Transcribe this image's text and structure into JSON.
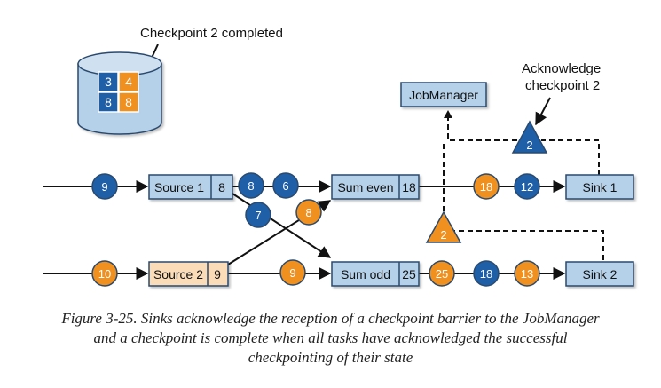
{
  "callouts": {
    "completed": "Checkpoint 2 completed",
    "ack_line1": "Acknowledge",
    "ack_line2": "checkpoint 2"
  },
  "storage": {
    "cells": [
      "3",
      "4",
      "8",
      "8"
    ]
  },
  "job_manager": "JobManager",
  "tasks": {
    "source1": {
      "label": "Source 1",
      "value": "8"
    },
    "source2": {
      "label": "Source 2",
      "value": "9"
    },
    "sum_even": {
      "label": "Sum even",
      "value": "18"
    },
    "sum_odd": {
      "label": "Sum odd",
      "value": "25"
    },
    "sink1": {
      "label": "Sink 1"
    },
    "sink2": {
      "label": "Sink 2"
    }
  },
  "records": {
    "in1": "9",
    "s1a": "8",
    "s1b": "6",
    "cross_blue": "7",
    "cross_orange": "8",
    "in2": "10",
    "s2a": "9",
    "even_out1": "18",
    "even_out2": "12",
    "odd_out1": "25",
    "odd_out2": "18",
    "odd_out3": "13"
  },
  "barriers": {
    "upper": "2",
    "lower": "2"
  },
  "caption": {
    "line1": "Figure 3-25. Sinks acknowledge the reception of a checkpoint barrier to the JobManager",
    "line2": "and a checkpoint is complete when all tasks have acknowledged the successful",
    "line3": "checkpointing of their state"
  },
  "colors": {
    "blue": "#1f5fa8",
    "orange": "#f0901e",
    "task_blue": "#b5d1ea",
    "task_orange": "#fbdcb8",
    "border": "#2a4a6e"
  }
}
